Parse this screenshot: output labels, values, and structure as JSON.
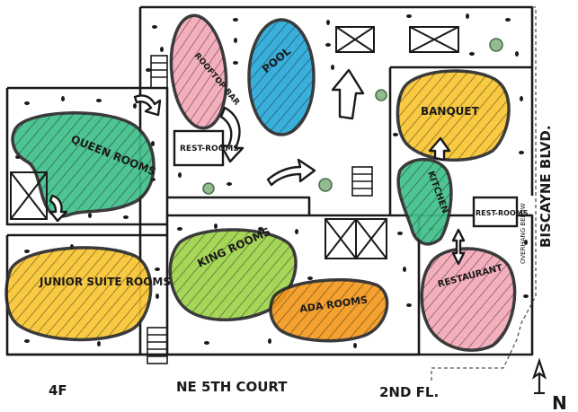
{
  "rooms": {
    "rooftop_bar": "ROOFTOP BAR",
    "pool": "POOL",
    "banquet": "BANQUET",
    "queen_rooms": "QUEEN ROOMS",
    "restrooms_left": "REST-ROOMS",
    "restrooms_right": "REST-ROOMS",
    "kitchen": "KITCHEN",
    "restaurant": "RESTAURANT",
    "junior_suite_rooms": "JUNIOR SUITE ROOMS",
    "king_rooms": "KING ROOMS",
    "ada_rooms": "ADA ROOMS"
  },
  "streets": {
    "biscayne": "BISCAYNE BLVD.",
    "overhang": "OVERHANG BELOW",
    "ne_court": "NE 5TH COURT"
  },
  "floors": {
    "left": "4F",
    "right": "2ND FL."
  },
  "north_label": "N",
  "colors": {
    "rooftop_bar": "#f4a9b8",
    "pool": "#29a9d8",
    "banquet": "#f8c531",
    "queen_rooms": "#3fbf8a",
    "kitchen": "#3fbf8a",
    "restaurant": "#f4a9b8",
    "junior_suite_rooms": "#f8c531",
    "king_rooms": "#9fd34a",
    "ada_rooms": "#f59a1e"
  }
}
